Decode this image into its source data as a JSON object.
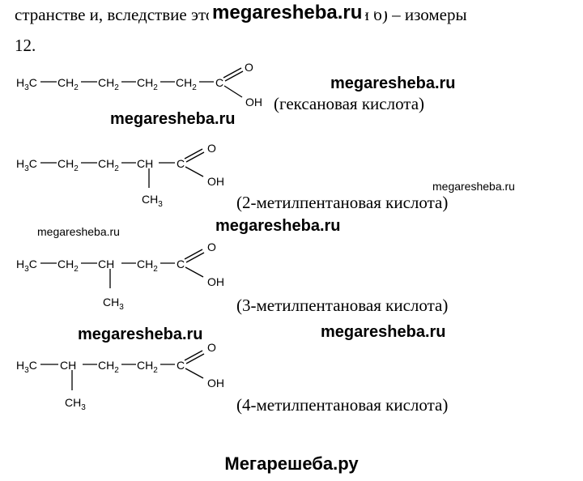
{
  "header": {
    "cut_text": "странстве и, вследствие этого, по свойствам: а) и б) – изомеры",
    "watermark": "megaresheba.ru"
  },
  "problem_number": "12.",
  "watermarks": {
    "bold": "megaresheba.ru",
    "small": "megaresheba.ru"
  },
  "molecules": [
    {
      "formula": "H3C–CH2–CH2–CH2–CH2–COOH",
      "name": "(гексановая кислота)"
    },
    {
      "formula": "H3C–CH2–CH2–CH(CH3)–COOH",
      "name": "(2-метилпентановая кислота)"
    },
    {
      "formula": "H3C–CH2–CH(CH3)–CH2–COOH",
      "name": "(3-метилпентановая кислота)"
    },
    {
      "formula": "H3C–CH(CH3)–CH2–CH2–COOH",
      "name": "(4-метилпентановая кислота)"
    }
  ],
  "atoms": {
    "H": "H",
    "C": "C",
    "O": "O",
    "OH": "OH",
    "sub2": "2",
    "sub3": "3"
  },
  "footer": {
    "text": "Мегарешеба.ру"
  }
}
